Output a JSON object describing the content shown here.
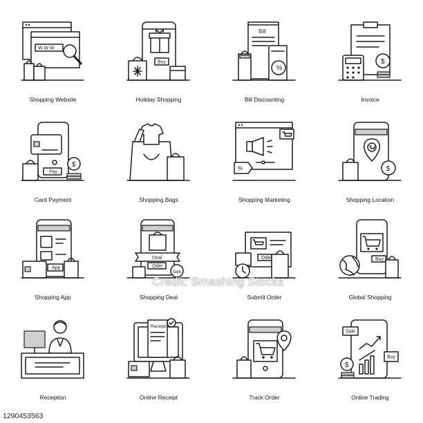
{
  "icons": [
    {
      "label": "Shopping Website",
      "icon": "shopping-website-icon"
    },
    {
      "label": "Holiday Shopping",
      "icon": "holiday-shopping-icon"
    },
    {
      "label": "Bill Discounting",
      "icon": "bill-discounting-icon"
    },
    {
      "label": "Invoice",
      "icon": "invoice-icon"
    },
    {
      "label": "Card Payment",
      "icon": "card-payment-icon"
    },
    {
      "label": "Shopping Bags",
      "icon": "shopping-bags-icon"
    },
    {
      "label": "Shopping Marketing",
      "icon": "shopping-marketing-icon"
    },
    {
      "label": "Shopping Location",
      "icon": "shopping-location-icon"
    },
    {
      "label": "Shopping App",
      "icon": "shopping-app-icon"
    },
    {
      "label": "Shopping Deal",
      "icon": "shopping-deal-icon"
    },
    {
      "label": "Submit Order",
      "icon": "submit-order-icon"
    },
    {
      "label": "Global Shopping",
      "icon": "global-shopping-icon"
    },
    {
      "label": "Reception",
      "icon": "reception-icon"
    },
    {
      "label": "Online Receipt",
      "icon": "online-receipt-icon"
    },
    {
      "label": "Track Order",
      "icon": "track-order-icon"
    },
    {
      "label": "Online Trading",
      "icon": "online-trading-icon"
    }
  ],
  "icon_text": {
    "www": "W W W",
    "buy": "Buy",
    "bill": "Bill",
    "pay": "Pay",
    "percent": "%",
    "app": "App",
    "deal": "Deal",
    "oder": "Oder",
    "sale": "Sale",
    "order": "Oder",
    "buy2": "Buy",
    "receipt": "Receipt",
    "sale2": "Sale",
    "buy3": "Buy"
  },
  "watermark": "Credit: Smashing Stocks",
  "image_id": "1290453563",
  "colors": {
    "line": "#1c1c1c",
    "fill_gray": "#cfcfcf",
    "background": "#ffffff"
  }
}
